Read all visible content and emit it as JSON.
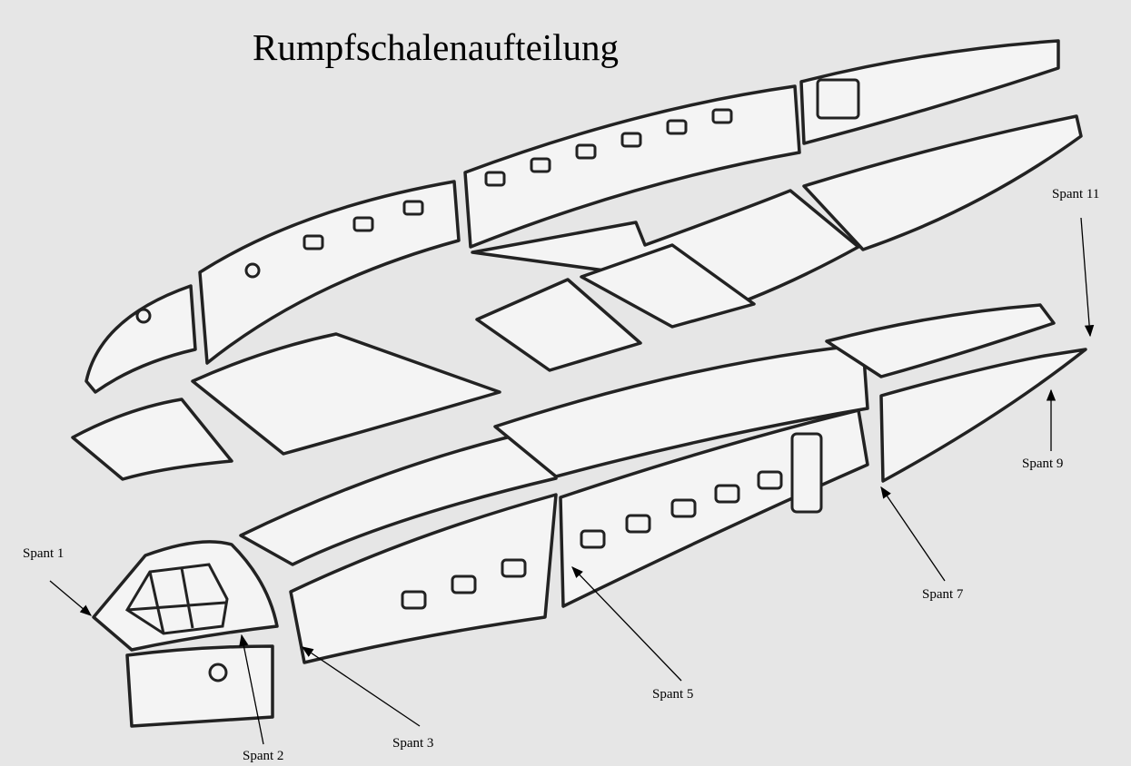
{
  "title": "Rumpfschalenaufteilung",
  "labels": {
    "spant1": "Spant 1",
    "spant2": "Spant 2",
    "spant3": "Spant 3",
    "spant5": "Spant 5",
    "spant7": "Spant 7",
    "spant9": "Spant 9",
    "spant11": "Spant 11"
  }
}
